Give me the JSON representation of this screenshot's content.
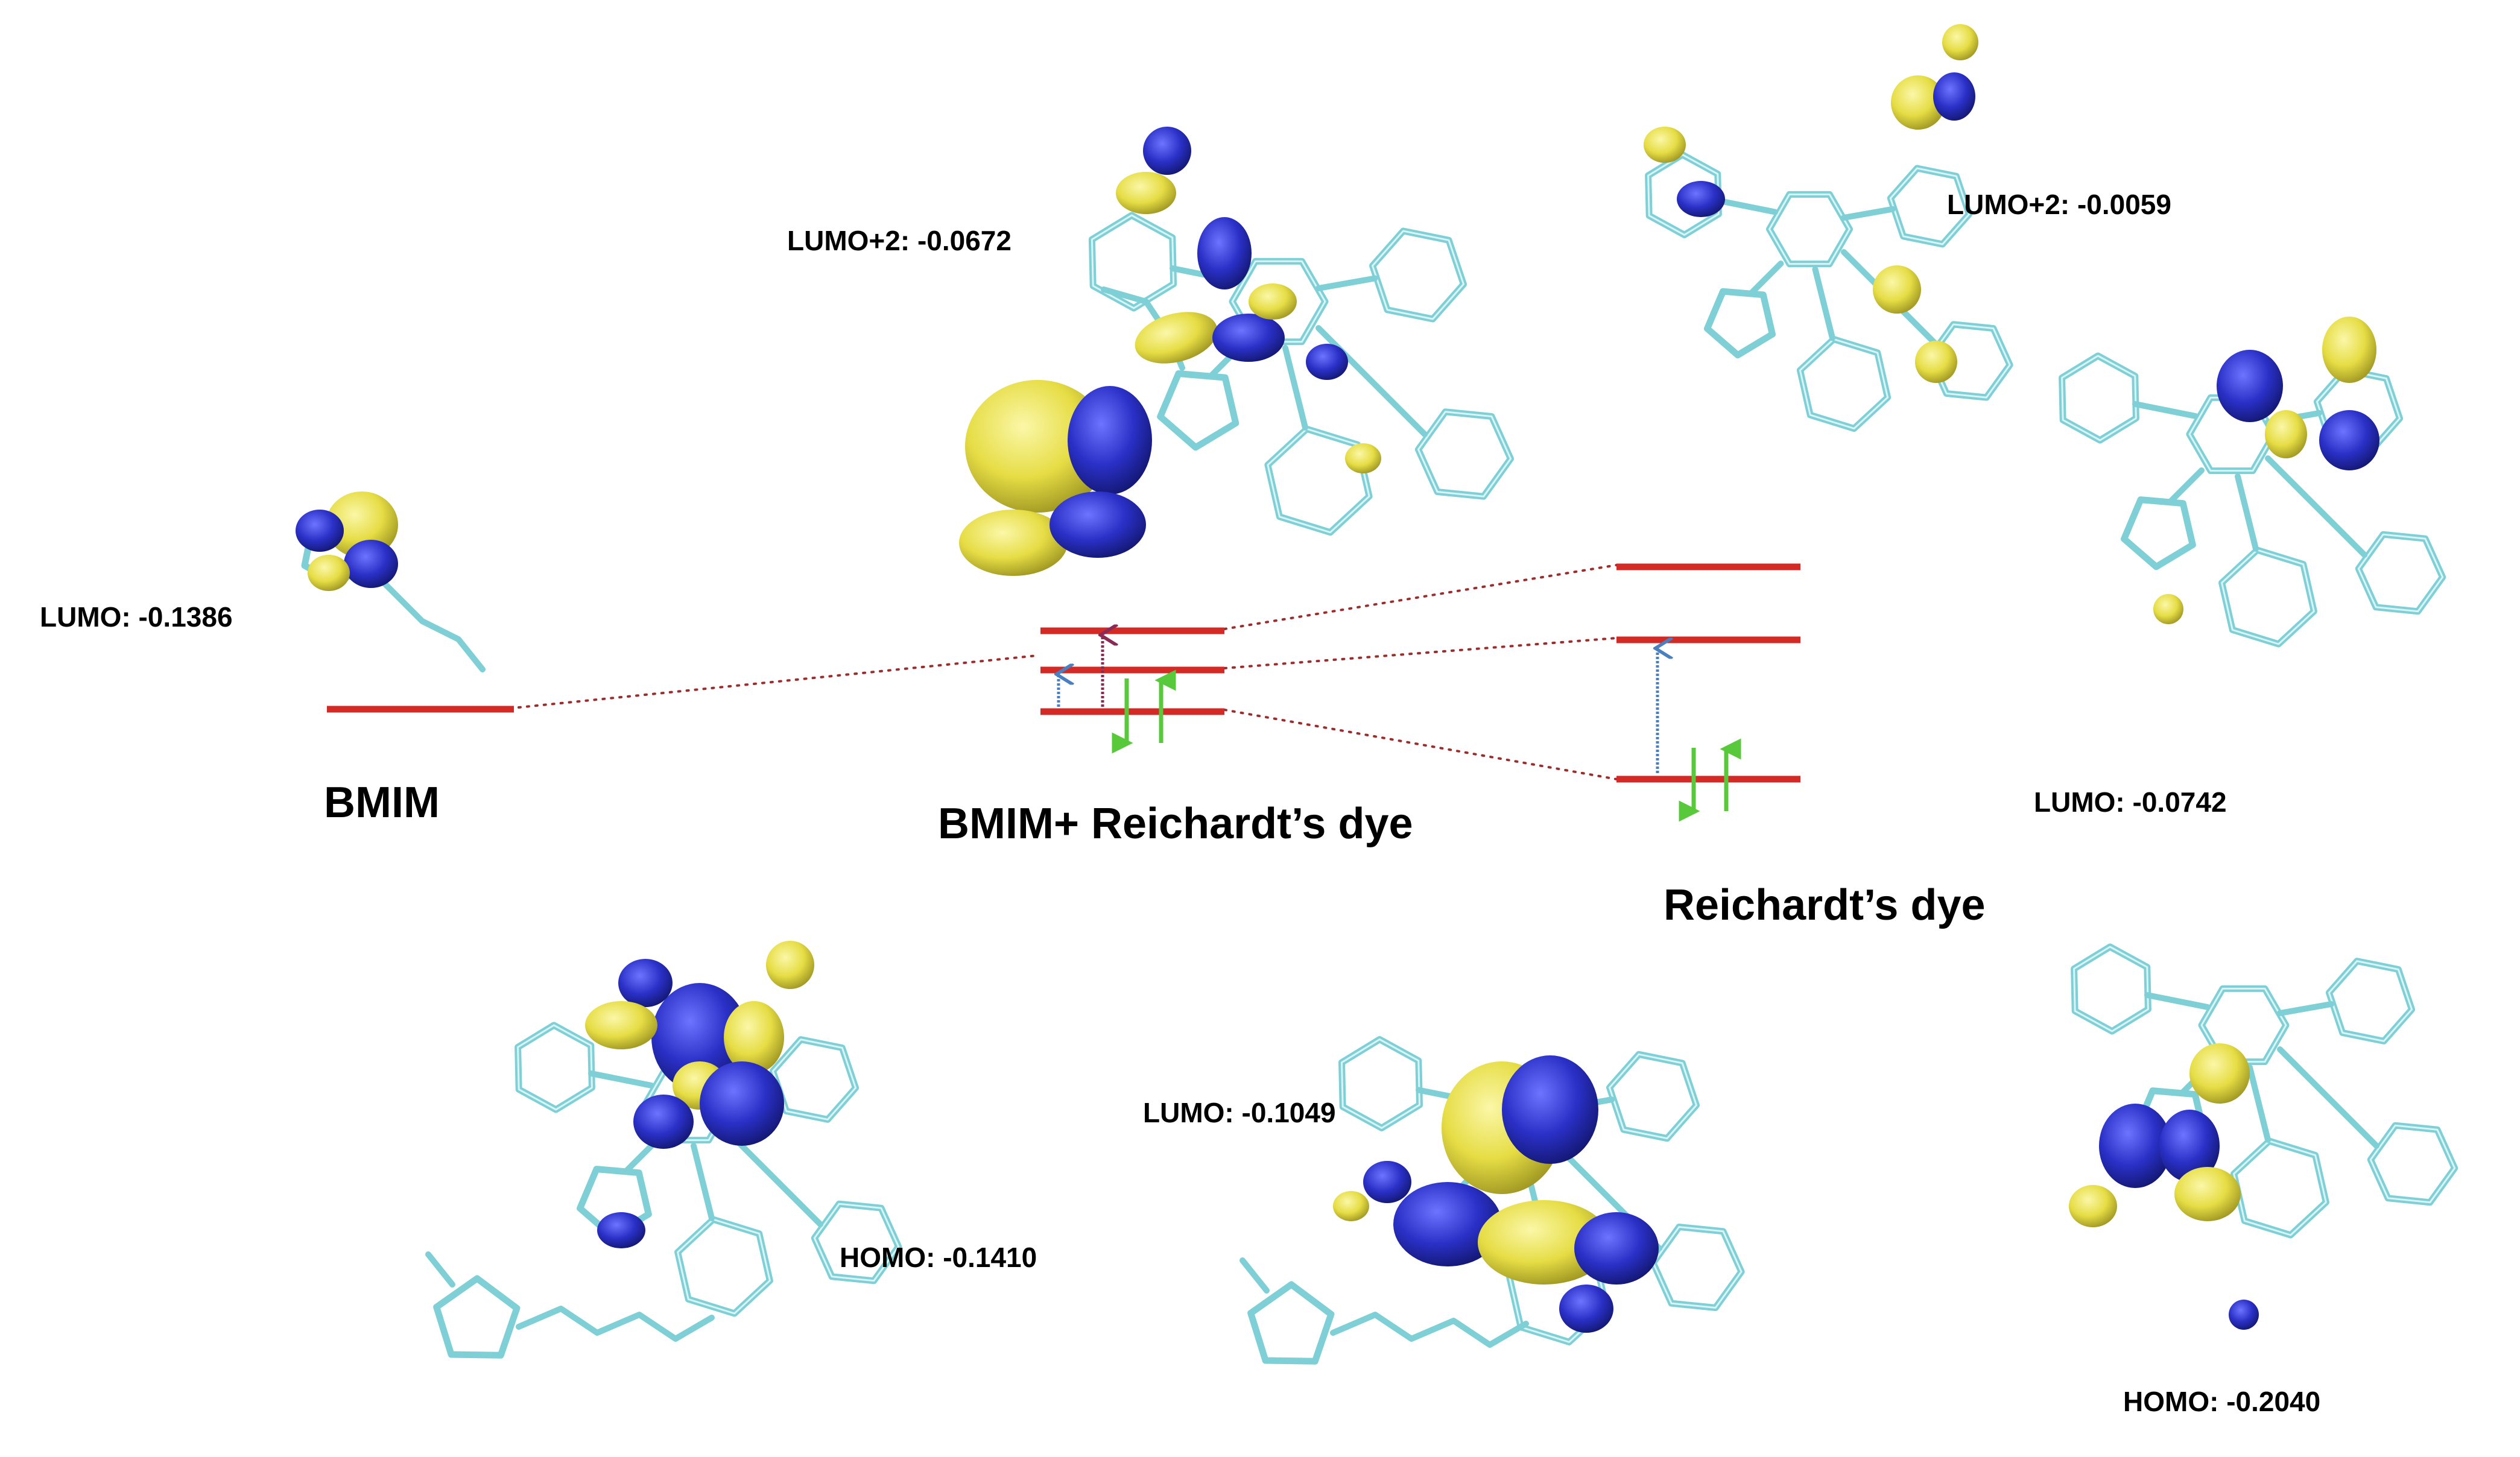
{
  "colors": {
    "level": "#d42a25",
    "connector": "#9b2d2d",
    "arrow_blue": "#4a7fc0",
    "arrow_maroon": "#8a2a55",
    "arrow_green": "#57c93a",
    "lobe_yellow": "#e8e04a",
    "lobe_blue": "#2b32c4",
    "bond": "#7fd0d6"
  },
  "systems": {
    "bmim": {
      "title": "BMIM",
      "lumo_label": "LUMO: -0.1386"
    },
    "complex": {
      "title": "BMIM+ Reichardt’s dye",
      "lumo2_label": "LUMO+2: -0.0672",
      "lumo_label": "LUMO: -0.1049",
      "homo_label": "HOMO: -0.1410"
    },
    "dye": {
      "title": "Reichardt’s dye",
      "lumo2_label": "LUMO+2: -0.0059",
      "lumo_label": "LUMO: -0.0742",
      "homo_label": "HOMO: -0.2040"
    }
  },
  "icons": [
    "molecular-orbital-isosurface",
    "excitation-arrow",
    "electron-spin-arrow"
  ]
}
